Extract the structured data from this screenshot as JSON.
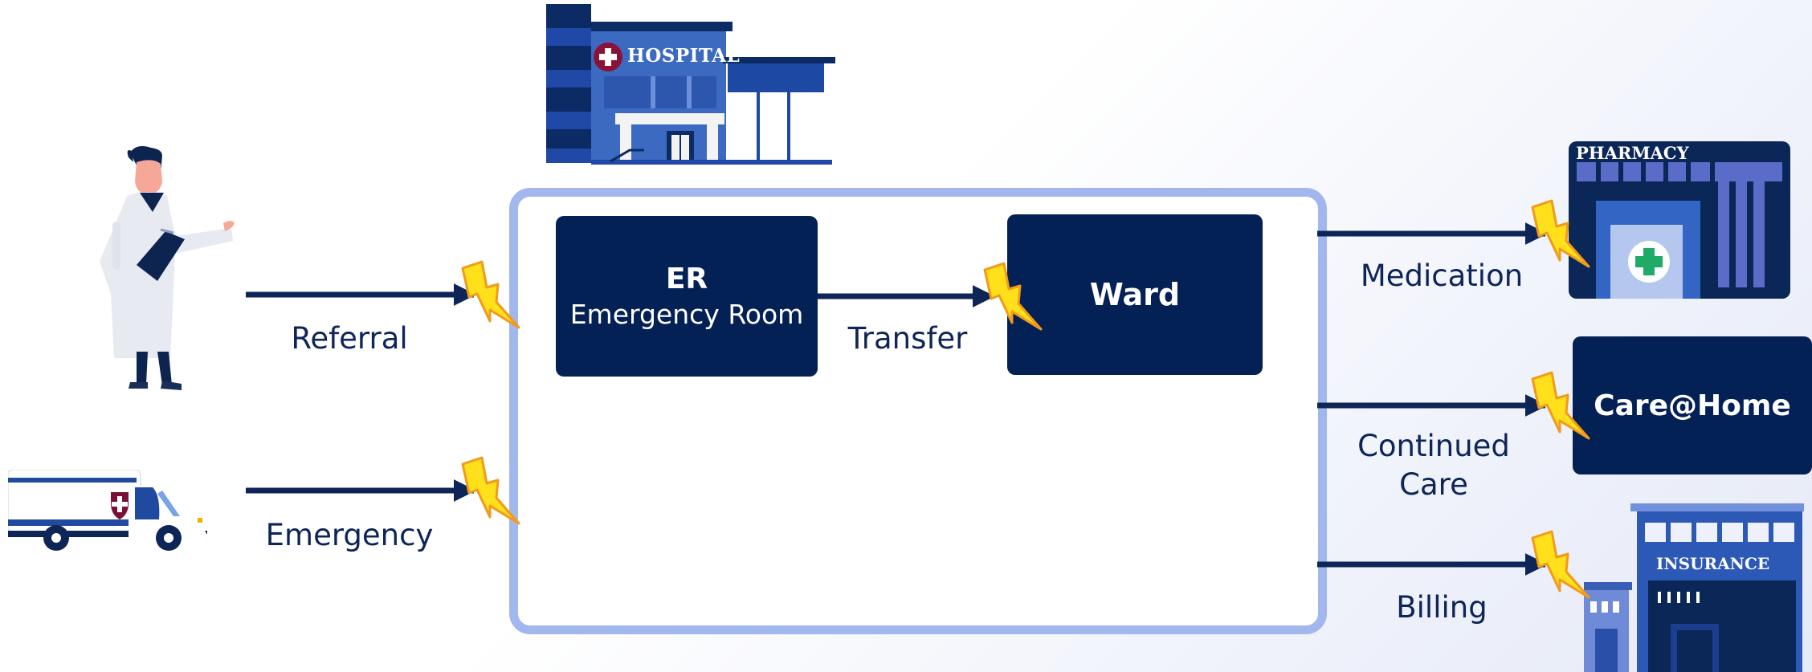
{
  "colors": {
    "navy": "#042155",
    "frame": "#a3b7ef",
    "bolt_fill": "#ffe01b",
    "bolt_stroke": "#f19a1b"
  },
  "hospital_building": {
    "sign": "HOSPITAL"
  },
  "pharmacy_building": {
    "sign": "PHARMACY"
  },
  "insurance_building": {
    "sign": "INSURANCE"
  },
  "inputs": [
    {
      "label": "Referral",
      "icon": "doctor-icon"
    },
    {
      "label": "Emergency",
      "icon": "ambulance-icon"
    }
  ],
  "nodes": {
    "er": {
      "title": "ER",
      "subtitle": "Emergency Room"
    },
    "ward": {
      "title": "Ward"
    },
    "care_home": {
      "title": "Care@Home"
    }
  },
  "transfer_label": "Transfer",
  "outputs": [
    {
      "label": "Medication"
    },
    {
      "label_line1": "Continued",
      "label_line2": "Care"
    },
    {
      "label": "Billing"
    }
  ]
}
